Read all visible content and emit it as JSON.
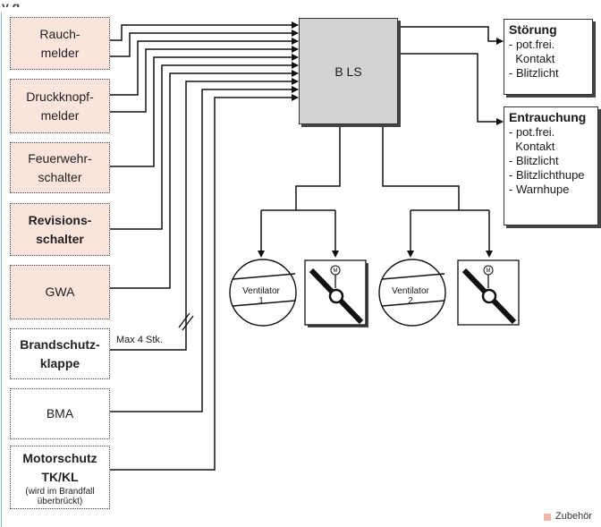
{
  "header_fragment": "y                                                  g",
  "inputs": [
    {
      "id": "rauchmelder",
      "lines": [
        "Rauch-",
        "melder"
      ]
    },
    {
      "id": "druckknopfmelder",
      "lines": [
        "Druckknopf-",
        "melder"
      ]
    },
    {
      "id": "feuerwehrschalter",
      "lines": [
        "Feuerwehr-",
        "schalter"
      ]
    },
    {
      "id": "revisionsschalter",
      "lines": [
        "Revisions-",
        "schalter"
      ]
    },
    {
      "id": "gwa",
      "lines": [
        "GWA"
      ]
    },
    {
      "id": "brandschutzklappe",
      "lines": [
        "Brandschutz-",
        "klappe"
      ]
    },
    {
      "id": "bma",
      "lines": [
        "BMA"
      ]
    },
    {
      "id": "motorschutz",
      "lines": [
        "Motorschutz",
        "TK/KL"
      ],
      "note": [
        "(wird im Brandfall",
        "überbrückt)"
      ]
    }
  ],
  "max_label": "Max 4 Stk.",
  "central_unit": "B LS",
  "outputs": {
    "stoerung": {
      "title": "Störung",
      "items": [
        "- pot.frei.",
        "  Kontakt",
        "- Blitzlicht"
      ]
    },
    "entrauchung": {
      "title": "Entrauchung",
      "items": [
        "- pot.frei.",
        "  Kontakt",
        "- Blitzlicht",
        "- Blitzlichthupe",
        "- Warnhupe"
      ]
    }
  },
  "fans": [
    {
      "label": [
        "Ventilator",
        "1"
      ]
    },
    {
      "label": [
        "Ventilator",
        "2"
      ]
    }
  ],
  "motor_symbol": "M",
  "legend": {
    "label": "Zubehör",
    "color": "#f4b8a8"
  },
  "colors": {
    "accessory_fill": "#fbe4dc",
    "unit_fill": "#d3d3d3",
    "rule": "#7fb6d6"
  }
}
